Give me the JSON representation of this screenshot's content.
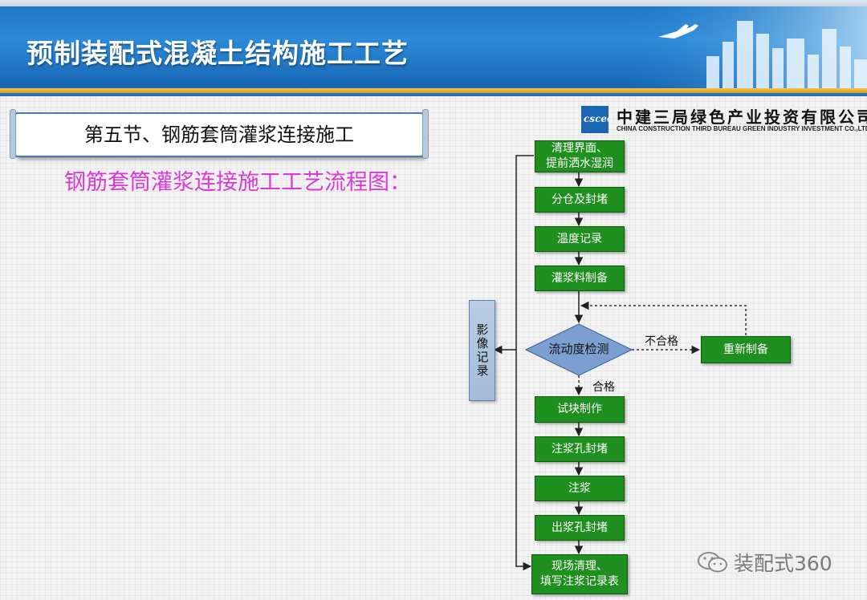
{
  "header": {
    "title": "预制装配式混凝土结构施工工艺"
  },
  "logo": {
    "mark_text": "cscec",
    "name_cn": "中建三局绿色产业投资有限公司",
    "name_en": "CHINA CONSTRUCTION THIRD BUREAU GREEN INDUSTRY INVESTMENT CO.,LTD"
  },
  "section": {
    "title": "第五节、钢筋套筒灌浆连接施工",
    "subtitle": "钢筋套筒灌浆连接施工工艺流程图："
  },
  "flowchart": {
    "steps": [
      {
        "id": "s1",
        "lines": [
          "清理界面、",
          "提前洒水湿润"
        ]
      },
      {
        "id": "s2",
        "lines": [
          "分仓及封堵"
        ]
      },
      {
        "id": "s3",
        "lines": [
          "温度记录"
        ]
      },
      {
        "id": "s4",
        "lines": [
          "灌浆料制备"
        ]
      },
      {
        "id": "s5",
        "lines": [
          "试块制作"
        ]
      },
      {
        "id": "s6",
        "lines": [
          "注浆孔封堵"
        ]
      },
      {
        "id": "s7",
        "lines": [
          "注浆"
        ]
      },
      {
        "id": "s8",
        "lines": [
          "出浆孔封堵"
        ]
      },
      {
        "id": "s9",
        "lines": [
          "现场清理、",
          "填写注浆记录表"
        ]
      }
    ],
    "decision": "流动度检测",
    "retry_step": "重新制备",
    "fail_label": "不合格",
    "pass_label": "合格",
    "side_record": "影像记录",
    "colors": {
      "step_fill": "#1f8f1f",
      "decision_fill": "#7c9fd2",
      "side_fill": "#a9c1dd"
    }
  },
  "watermark": {
    "text": "装配式360"
  }
}
